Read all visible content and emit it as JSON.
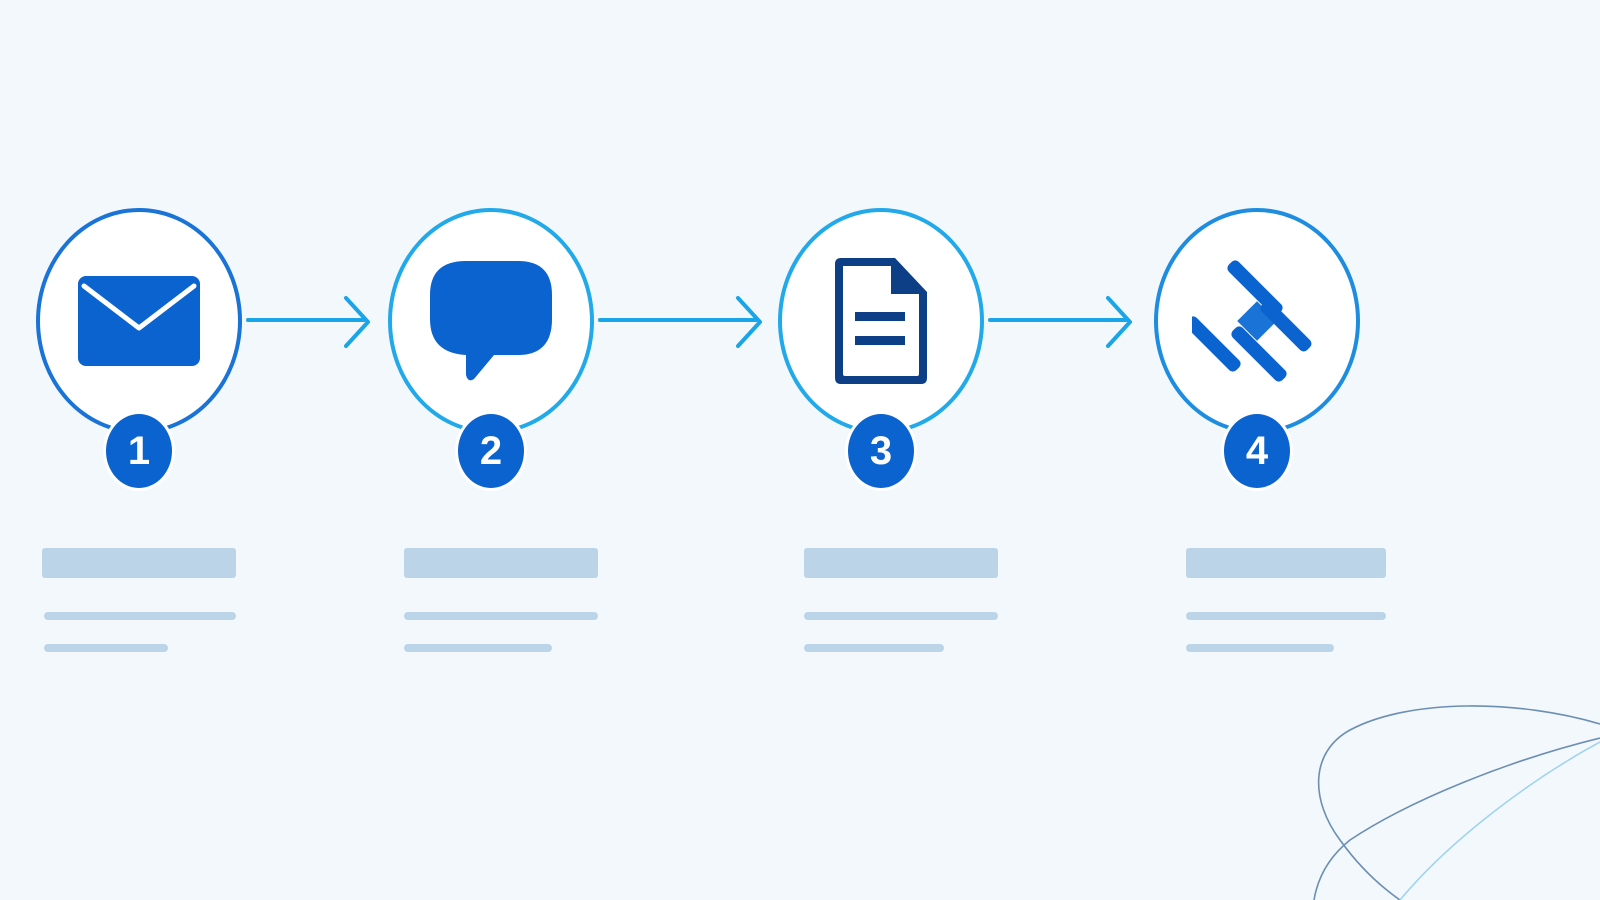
{
  "diagram": {
    "steps": [
      {
        "number": "1",
        "icon": "envelope-icon"
      },
      {
        "number": "2",
        "icon": "speech-bubble-icon"
      },
      {
        "number": "3",
        "icon": "document-icon"
      },
      {
        "number": "4",
        "icon": "gavel-icon"
      }
    ],
    "colors": {
      "background": "#f2f8fb",
      "primary_blue": "#0b63cf",
      "light_blue": "#22a9ea",
      "placeholder": "#bcd4e8"
    }
  }
}
